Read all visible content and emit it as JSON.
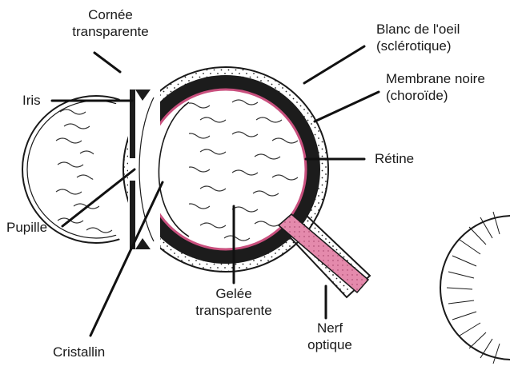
{
  "labels": {
    "cornee": [
      "Cornée",
      "transparente"
    ],
    "blanc": [
      "Blanc de l'oeil",
      "(sclérotique)"
    ],
    "membrane": [
      "Membrane noire",
      "(choroïde)"
    ],
    "iris": "Iris",
    "retine": "Rétine",
    "pupille": "Pupille",
    "gelee": [
      "Gelée",
      "transparente"
    ],
    "nerf": [
      "Nerf",
      "optique"
    ],
    "cristallin": "Cristallin"
  },
  "colors": {
    "outline": "#1a1a1a",
    "choroid": "#1c1c1c",
    "retina": "#c9507e",
    "nerve": "#e48aac",
    "sclera_dots": "#222222",
    "wave": "#333333"
  }
}
